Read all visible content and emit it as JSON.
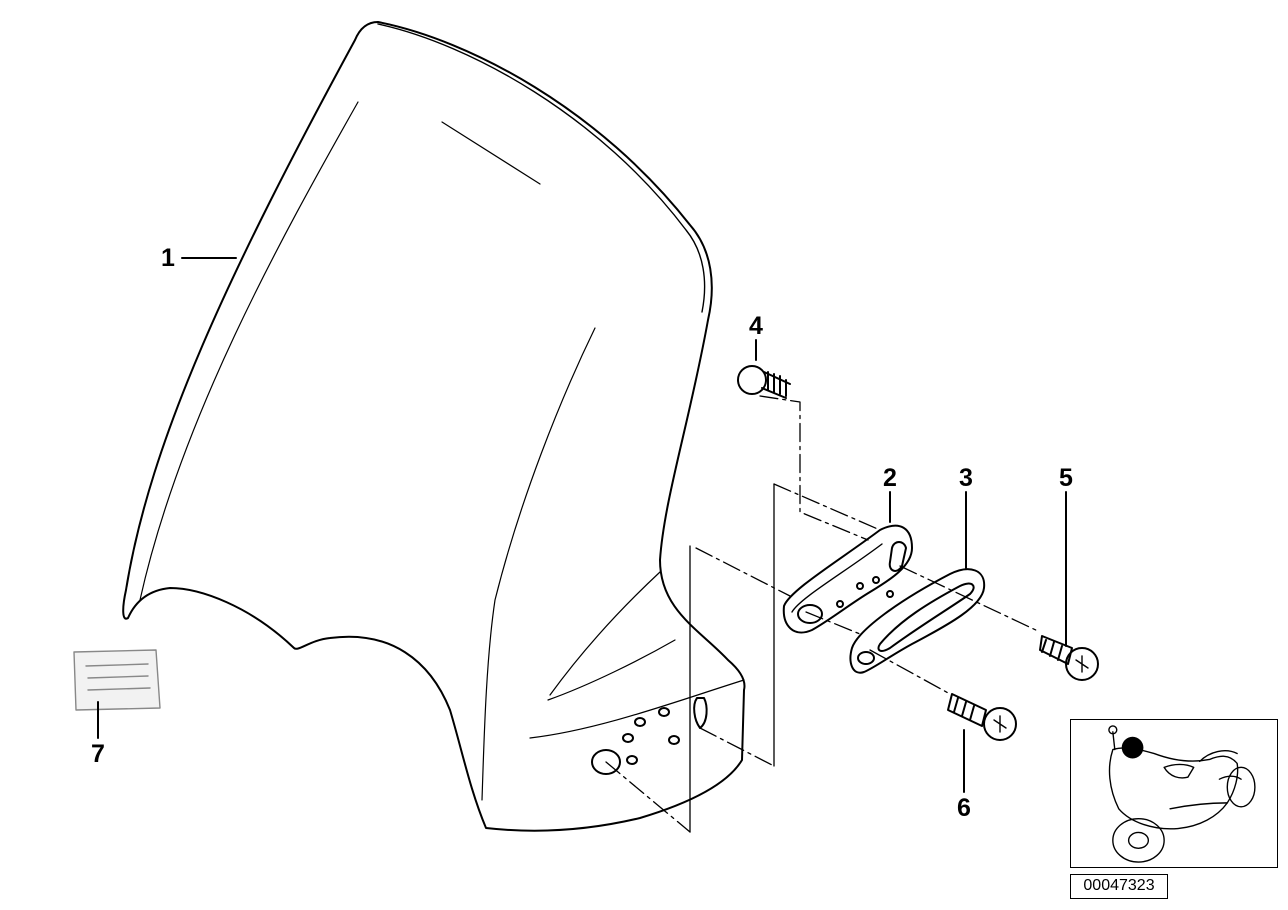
{
  "callouts": {
    "c1": "1",
    "c2": "2",
    "c3": "3",
    "c4": "4",
    "c5": "5",
    "c6": "6",
    "c7": "7"
  },
  "reference_id": "00047323",
  "colors": {
    "line": "#000000",
    "background": "#ffffff",
    "marker": "#000000"
  }
}
